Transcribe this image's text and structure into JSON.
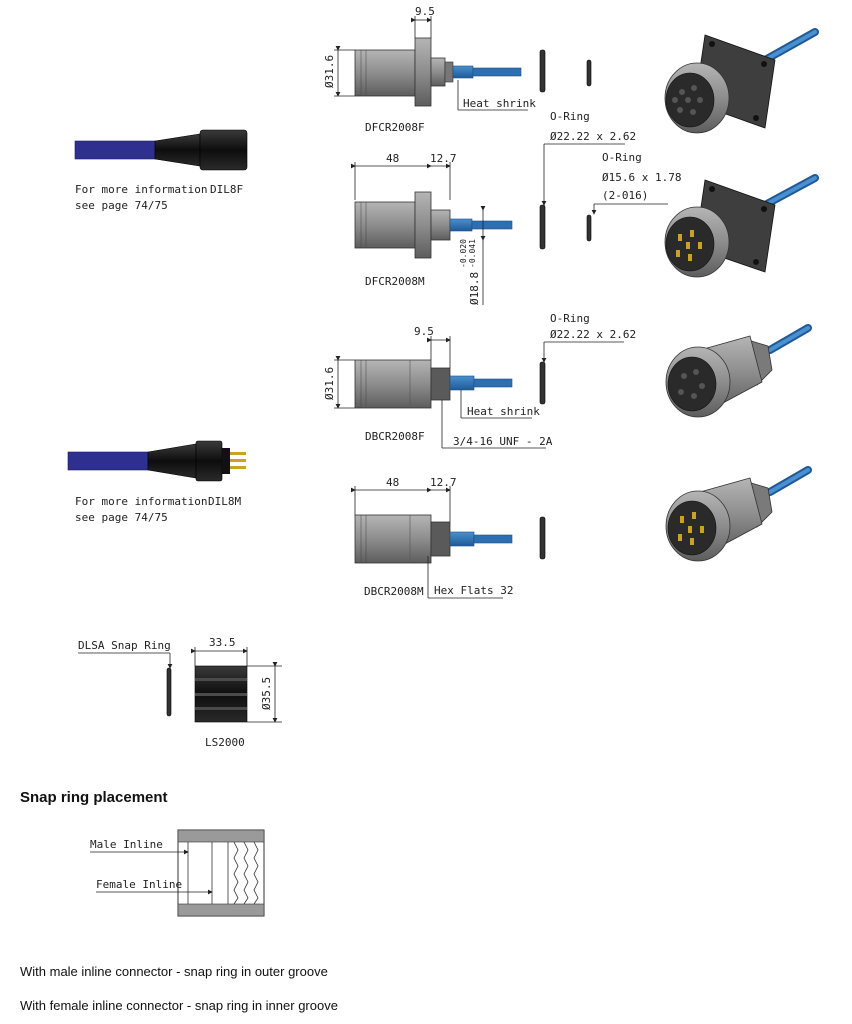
{
  "colors": {
    "cable_blue": "#2d6fb0",
    "cable_navy": "#2e2f8f",
    "metal_grey": "#8a8a8a",
    "rubber_black": "#111111"
  },
  "dil8f": {
    "part": "DIL8F",
    "info_line1": "For more information",
    "info_line2": "see page 74/75"
  },
  "dil8m": {
    "part": "DIL8M",
    "info_line1": "For more information",
    "info_line2": "see page 74/75"
  },
  "dfcr2008f": {
    "part": "DFCR2008F",
    "dim_top": "9.5",
    "dim_dia": "Ø31.6",
    "heat_shrink": "Heat shrink",
    "oring_title": "O-Ring",
    "oring_size": "Ø22.22 x 2.62",
    "oring2_title": "O-Ring",
    "oring2_size": "Ø15.6 x 1.78",
    "oring2_code": "(2-016)"
  },
  "dfcr2008m": {
    "part": "DFCR2008M",
    "dim_len": "48",
    "dim_top": "12.7",
    "dim_dia_main": "Ø18.8",
    "tol_upper": "-0.020",
    "tol_lower": "-0.041"
  },
  "dbcr2008f": {
    "part": "DBCR2008F",
    "dim_top": "9.5",
    "dim_dia": "Ø31.6",
    "heat_shrink": "Heat shrink",
    "thread": "3/4-16 UNF - 2A",
    "oring_title": "O-Ring",
    "oring_size": "Ø22.22 x 2.62"
  },
  "dbcr2008m": {
    "part": "DBCR2008M",
    "dim_len": "48",
    "dim_top": "12.7",
    "hex": "Hex Flats 32"
  },
  "ls2000": {
    "part": "LS2000",
    "snap_ring": "DLSA Snap Ring",
    "dim_len": "33.5",
    "dim_dia": "Ø35.5"
  },
  "snap_placement": {
    "heading": "Snap ring placement",
    "male_inline": "Male Inline",
    "female_inline": "Female Inline",
    "note_male": "With male inline connector - snap ring in outer groove",
    "note_female": "With female inline connector - snap ring in inner groove"
  }
}
